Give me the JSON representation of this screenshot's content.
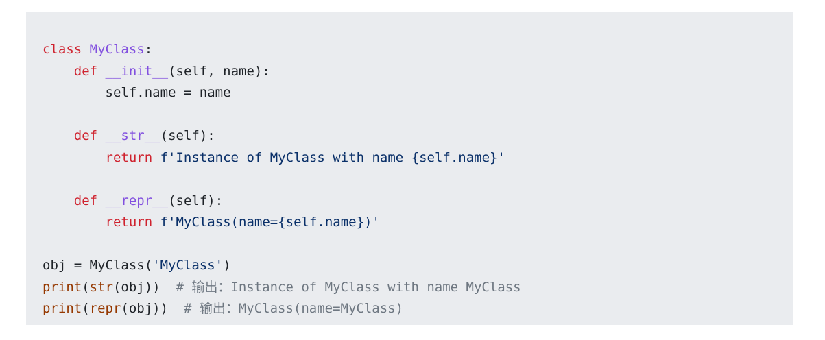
{
  "code": {
    "lines": [
      {
        "indent": "",
        "tokens": [
          {
            "t": "kw",
            "v": "class"
          },
          {
            "t": "plain",
            "v": " "
          },
          {
            "t": "cls",
            "v": "MyClass"
          },
          {
            "t": "plain",
            "v": ":"
          }
        ]
      },
      {
        "indent": "    ",
        "tokens": [
          {
            "t": "kw",
            "v": "def"
          },
          {
            "t": "plain",
            "v": " "
          },
          {
            "t": "fn",
            "v": "__init__"
          },
          {
            "t": "plain",
            "v": "(self, name):"
          }
        ]
      },
      {
        "indent": "        ",
        "tokens": [
          {
            "t": "plain",
            "v": "self.name = name"
          }
        ]
      },
      {
        "indent": "",
        "tokens": []
      },
      {
        "indent": "    ",
        "tokens": [
          {
            "t": "kw",
            "v": "def"
          },
          {
            "t": "plain",
            "v": " "
          },
          {
            "t": "fn",
            "v": "__str__"
          },
          {
            "t": "plain",
            "v": "(self):"
          }
        ]
      },
      {
        "indent": "        ",
        "tokens": [
          {
            "t": "kw",
            "v": "return"
          },
          {
            "t": "plain",
            "v": " "
          },
          {
            "t": "str",
            "v": "f'Instance of MyClass with name {self.name}'"
          }
        ]
      },
      {
        "indent": "",
        "tokens": []
      },
      {
        "indent": "    ",
        "tokens": [
          {
            "t": "kw",
            "v": "def"
          },
          {
            "t": "plain",
            "v": " "
          },
          {
            "t": "fn",
            "v": "__repr__"
          },
          {
            "t": "plain",
            "v": "(self):"
          }
        ]
      },
      {
        "indent": "        ",
        "tokens": [
          {
            "t": "kw",
            "v": "return"
          },
          {
            "t": "plain",
            "v": " "
          },
          {
            "t": "str",
            "v": "f'MyClass(name={self.name})'"
          }
        ]
      },
      {
        "indent": "",
        "tokens": []
      },
      {
        "indent": "",
        "tokens": [
          {
            "t": "plain",
            "v": "obj = MyClass("
          },
          {
            "t": "str",
            "v": "'MyClass'"
          },
          {
            "t": "plain",
            "v": ")"
          }
        ]
      },
      {
        "indent": "",
        "tokens": [
          {
            "t": "builtin",
            "v": "print"
          },
          {
            "t": "plain",
            "v": "("
          },
          {
            "t": "builtin",
            "v": "str"
          },
          {
            "t": "plain",
            "v": "(obj))  "
          },
          {
            "t": "comment",
            "v": "# 输出：Instance of MyClass with name MyClass"
          }
        ]
      },
      {
        "indent": "",
        "tokens": [
          {
            "t": "builtin",
            "v": "print"
          },
          {
            "t": "plain",
            "v": "("
          },
          {
            "t": "builtin",
            "v": "repr"
          },
          {
            "t": "plain",
            "v": "(obj))  "
          },
          {
            "t": "comment",
            "v": "# 输出：MyClass(name=MyClass)"
          }
        ]
      }
    ]
  },
  "colors": {
    "background": "#eaecef",
    "keyword": "#cf222e",
    "class_name": "#8250df",
    "string": "#0a3069",
    "builtin": "#953800",
    "comment": "#6e7781"
  }
}
